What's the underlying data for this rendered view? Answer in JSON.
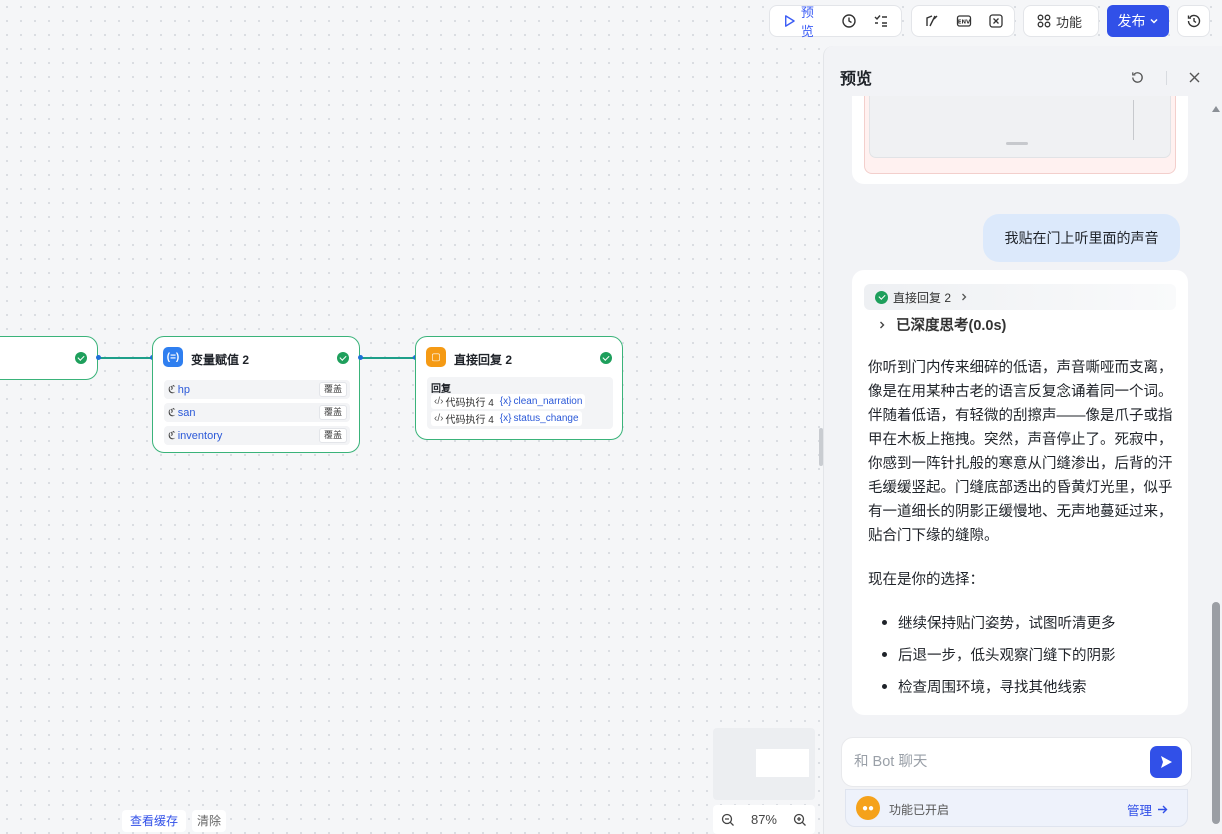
{
  "toolbar": {
    "preview_label": "预览",
    "features_label": "功能",
    "publish_label": "发布"
  },
  "canvas": {
    "node_var": {
      "title": "变量赋值 2",
      "rows": [
        {
          "name": "hp",
          "tag": "覆盖"
        },
        {
          "name": "san",
          "tag": "覆盖"
        },
        {
          "name": "inventory",
          "tag": "覆盖"
        }
      ]
    },
    "node_reply": {
      "title": "直接回复 2",
      "section_label": "回复",
      "rows": [
        {
          "source": "代码执行 4",
          "var": "clean_narration"
        },
        {
          "source": "代码执行 4",
          "var": "status_change"
        }
      ]
    },
    "view_cache_label": "查看缓存",
    "clear_label": "清除",
    "zoom": "87%"
  },
  "preview": {
    "title": "预览",
    "user_message": "我贴在门上听里面的声音",
    "reply_chip": "直接回复 2",
    "thinking_label": "已深度思考(0.0s)",
    "reply_paragraph": "你听到门内传来细碎的低语，声音嘶哑而支离，像是在用某种古老的语言反复念诵着同一个词。伴随着低语，有轻微的刮擦声——像是爪子或指甲在木板上拖拽。突然，声音停止了。死寂中，你感到一阵针扎般的寒意从门缝渗出，后背的汗毛缓缓竖起。门缝底部透出的昏黄灯光里，似乎有一道细长的阴影正缓慢地、无声地蔓延过来，贴合门下缘的缝隙。",
    "choice_intro": "现在是你的选择：",
    "choices": [
      "继续保持贴门姿势，试图听清更多",
      "后退一步，低头观察门缝下的阴影",
      "检查周围环境，寻找其他线索"
    ],
    "input_placeholder": "和 Bot 聊天",
    "feature_status": "功能已开启",
    "manage_label": "管理"
  }
}
